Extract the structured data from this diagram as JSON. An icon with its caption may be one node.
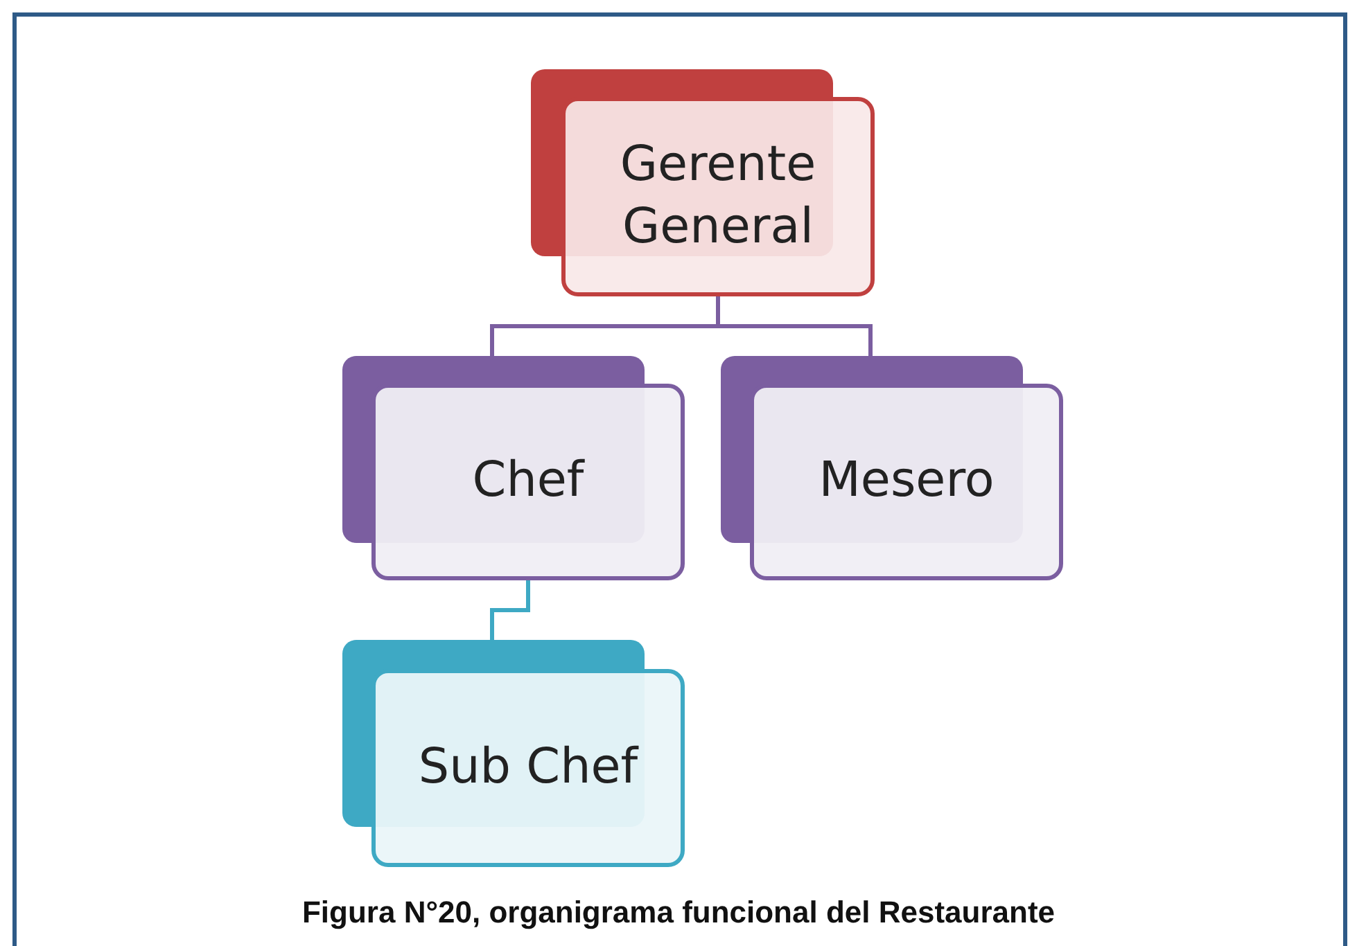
{
  "diagram": {
    "caption": "Figura N°20, organigrama funcional del Restaurante",
    "nodes": [
      {
        "text": [
          "Gerente General"
        ]
      },
      {
        "text": [
          "Chef"
        ]
      },
      {
        "text": [
          "Mesero"
        ]
      },
      {
        "text": [
          "Sub Chef"
        ]
      }
    ],
    "edges": [
      {
        "from": 0,
        "to": 1,
        "arrow": "none"
      },
      {
        "from": 0,
        "to": 2,
        "arrow": "none"
      },
      {
        "from": 1,
        "to": 3,
        "arrow": "none",
        "color": "#3ea9c4"
      }
    ]
  }
}
